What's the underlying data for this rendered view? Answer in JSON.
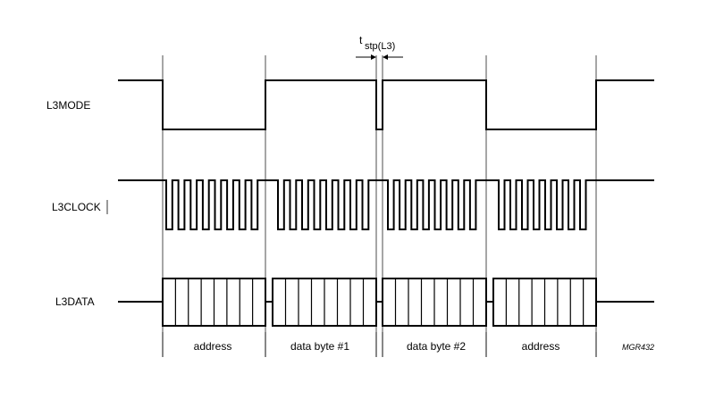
{
  "signals": {
    "mode": "L3MODE",
    "clock": "L3CLOCK",
    "data": "L3DATA"
  },
  "timing": {
    "symbol": "t",
    "subscript": "stp(L3)"
  },
  "segments": [
    "address",
    "data byte #1",
    "data byte #2",
    "address"
  ],
  "figure_code": "MGR432"
}
